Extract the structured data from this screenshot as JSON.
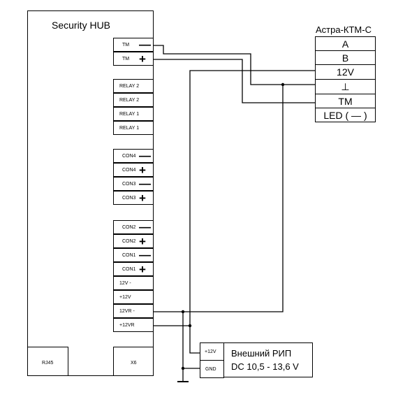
{
  "hub": {
    "title": "Security HUB",
    "terminals": [
      {
        "label": "TM",
        "sign": "minus"
      },
      {
        "label": "TM",
        "sign": "plus"
      },
      {
        "label": "RELAY 2",
        "sign": ""
      },
      {
        "label": "RELAY 2",
        "sign": ""
      },
      {
        "label": "RELAY 1",
        "sign": ""
      },
      {
        "label": "RELAY 1",
        "sign": ""
      },
      {
        "label": "CON4",
        "sign": "minus"
      },
      {
        "label": "CON4",
        "sign": "plus"
      },
      {
        "label": "CON3",
        "sign": "minus"
      },
      {
        "label": "CON3",
        "sign": "plus"
      },
      {
        "label": "CON2",
        "sign": "minus"
      },
      {
        "label": "CON2",
        "sign": "plus"
      },
      {
        "label": "CON1",
        "sign": "minus"
      },
      {
        "label": "CON1",
        "sign": "plus"
      },
      {
        "label": "12V -",
        "sign": ""
      },
      {
        "label": "+12V",
        "sign": ""
      },
      {
        "label": "12VR -",
        "sign": ""
      },
      {
        "label": "+12VR",
        "sign": ""
      }
    ],
    "rj45": "RJ45",
    "x6": "X6"
  },
  "ktm": {
    "title": "Астра-КТМ-С",
    "rows": [
      "A",
      "B",
      "12V",
      "⊥",
      "TM",
      "LED ( — )"
    ]
  },
  "psu": {
    "label_plus": "+12V",
    "label_gnd": "GND",
    "name": "Внешний РИП",
    "range": "DC 10,5 - 13,6 V"
  }
}
